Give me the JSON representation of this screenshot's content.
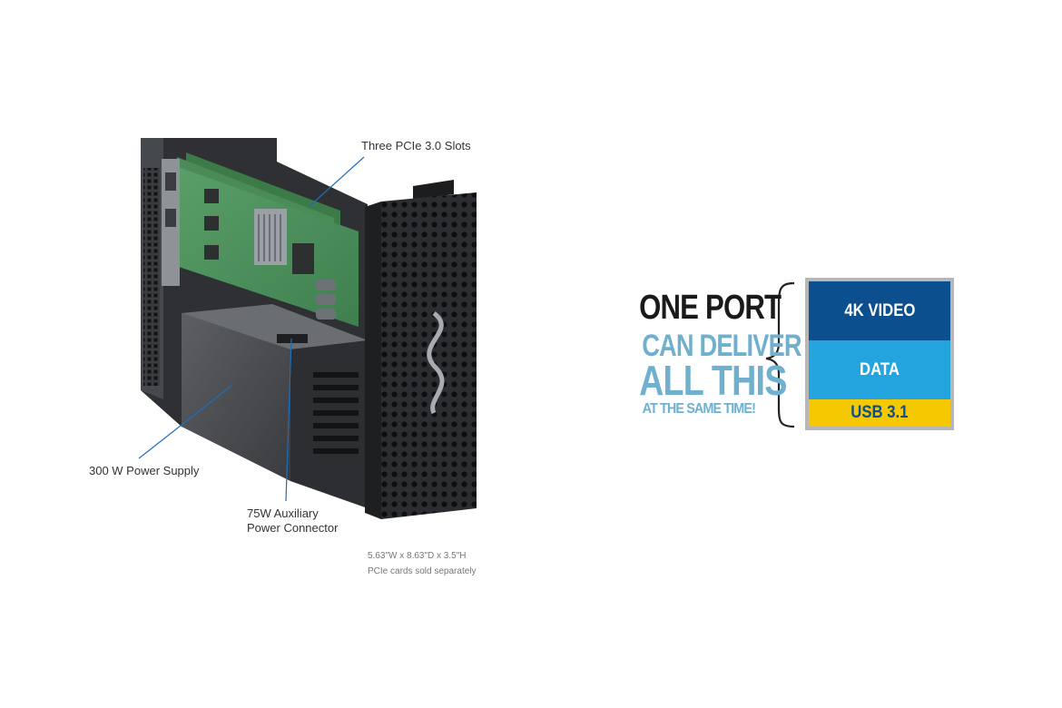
{
  "callouts": {
    "slots": "Three PCIe 3.0 Slots",
    "power_supply": "300 W Power Supply",
    "aux_line1": "75W Auxiliary",
    "aux_line2": "Power Connector"
  },
  "dimensions": {
    "size": "5.63\"W x 8.63\"D x 3.5\"H",
    "note": "PCIe cards sold separately"
  },
  "headline": {
    "line1": "ONE PORT",
    "line2": "CAN DELIVER",
    "line3": "ALL THIS",
    "line4": "AT THE SAME TIME!"
  },
  "badge": {
    "band1": "4K VIDEO",
    "band2": "DATA",
    "band3": "USB 3.1"
  },
  "colors": {
    "callout_line": "#1d6fb8",
    "headline_dark": "#1a1a1a",
    "headline_light": "#6fb0cf",
    "badge_video": "#0c4f8e",
    "badge_data": "#23a4df",
    "badge_usb": "#f6c800"
  }
}
